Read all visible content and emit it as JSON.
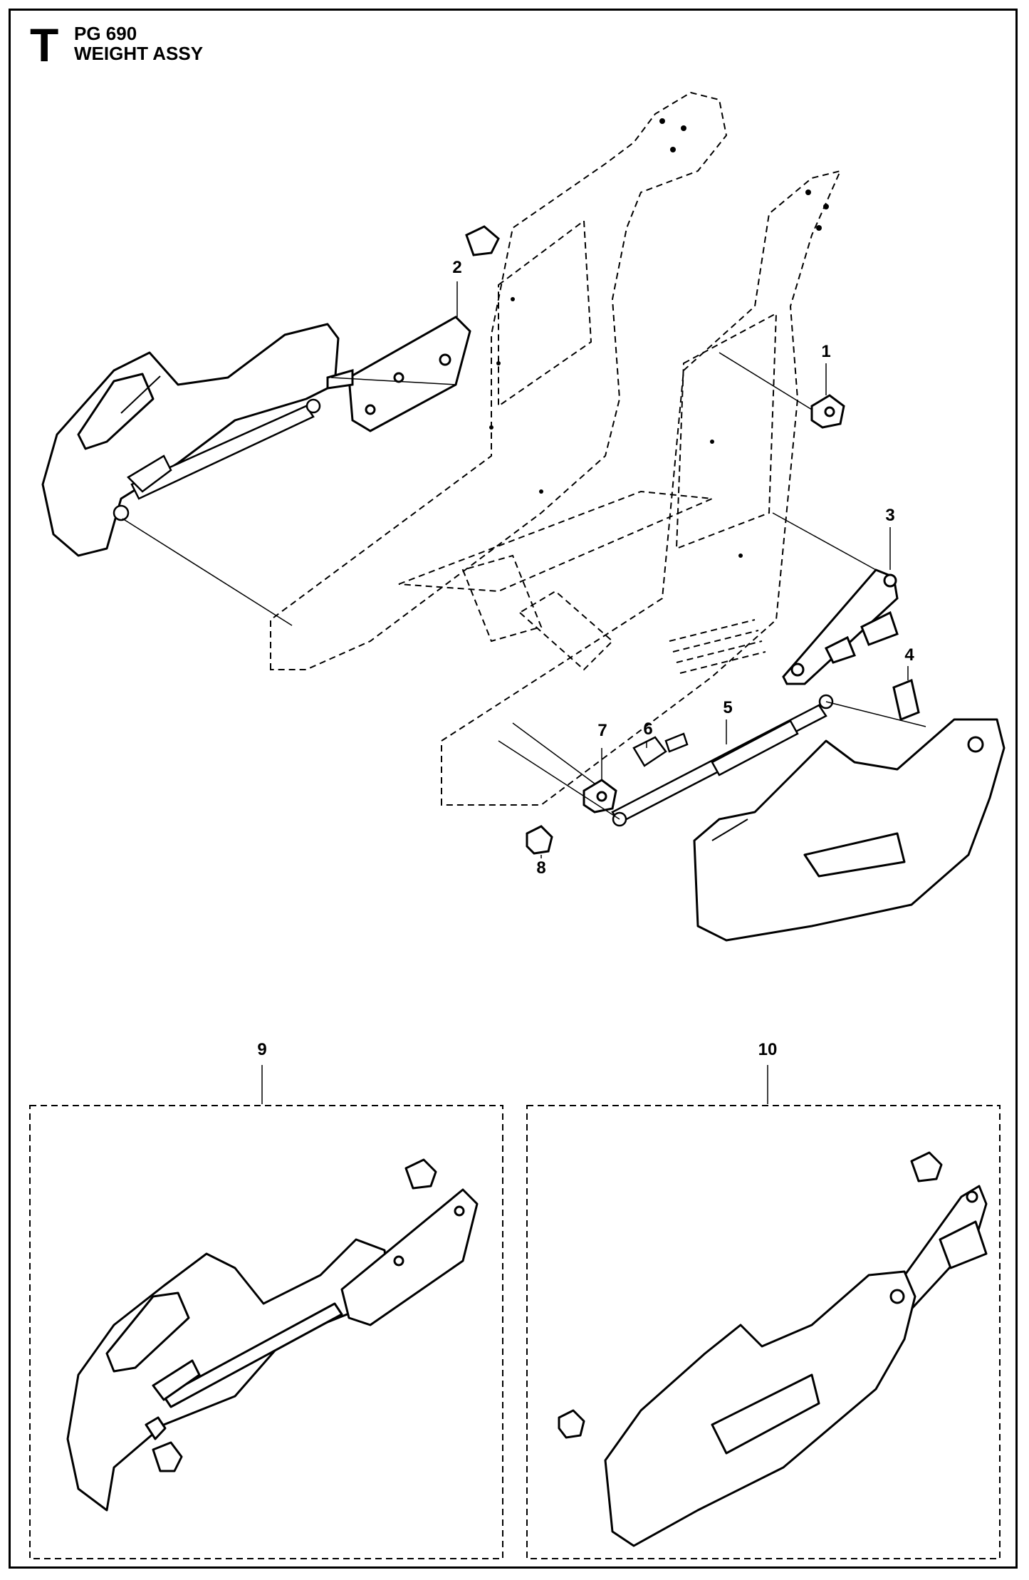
{
  "header": {
    "section_letter": "T",
    "model": "PG 690",
    "assembly_title": "WEIGHT ASSY"
  },
  "callouts": {
    "c1": "1",
    "c2": "2",
    "c3": "3",
    "c4": "4",
    "c5": "5",
    "c6": "6",
    "c7": "7",
    "c8": "8",
    "c9": "9",
    "c10": "10"
  },
  "colors": {
    "line": "#000000",
    "fill": "#ffffff",
    "shade": "#e6e6e6"
  }
}
